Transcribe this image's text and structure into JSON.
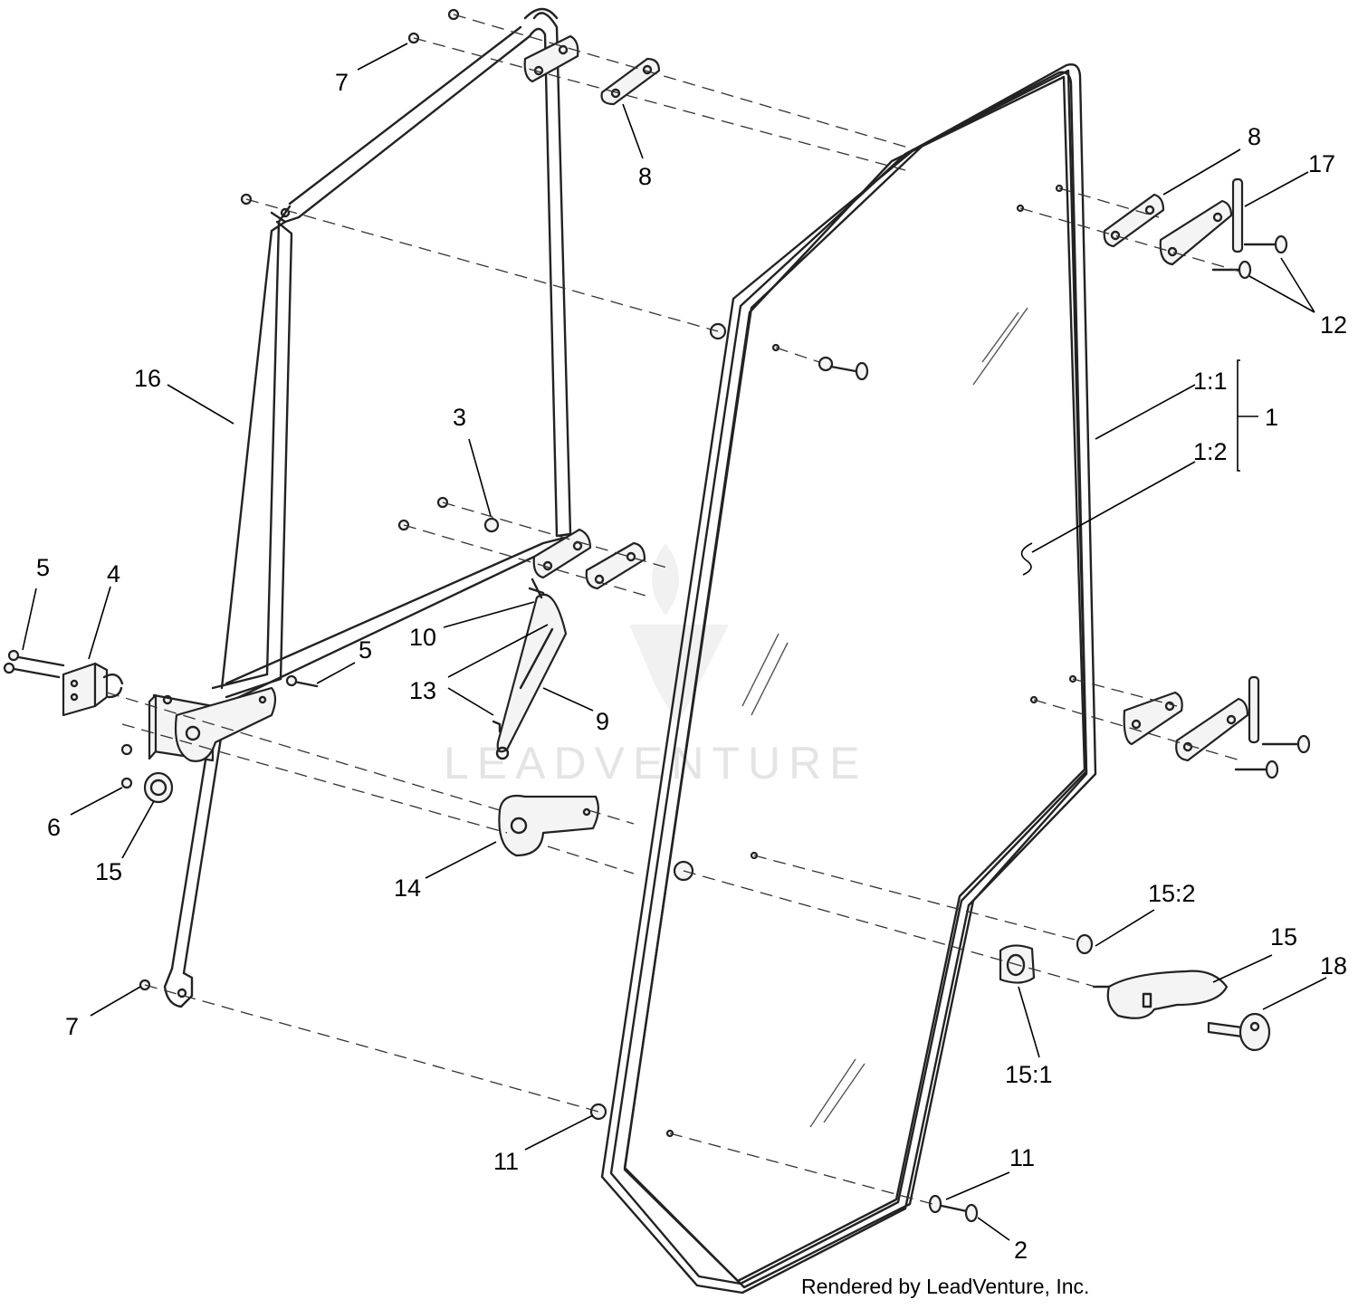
{
  "watermark": "LEADVENTURE",
  "credit": "Rendered by LeadVenture, Inc.",
  "callouts": {
    "c7a": "7",
    "c8a": "8",
    "c8b": "8",
    "c17": "17",
    "c12": "12",
    "c16": "16",
    "c3": "3",
    "c11": "1:1",
    "c1": "1",
    "c12s": "1:2",
    "c5a": "5",
    "c4": "4",
    "c5b": "5",
    "c10": "10",
    "c13a": "13",
    "c9": "9",
    "c6": "6",
    "c15a": "15",
    "c14": "14",
    "c152": "15:2",
    "c15b": "15",
    "c18": "18",
    "c7b": "7",
    "c151": "15:1",
    "c11a": "11",
    "c11b": "11",
    "c2": "2"
  }
}
